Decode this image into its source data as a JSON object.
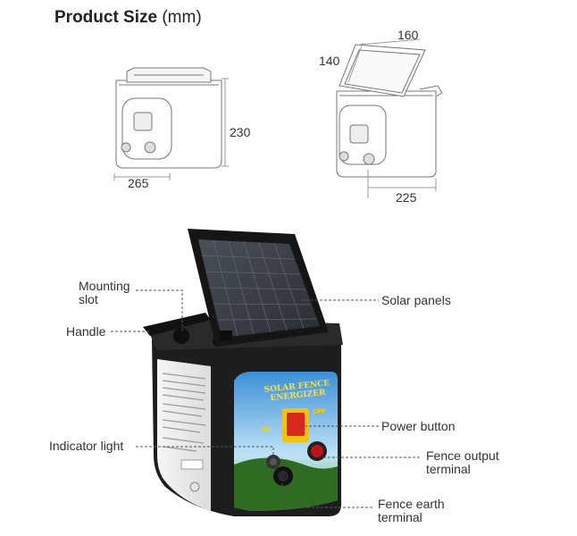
{
  "header": {
    "title_bold": "Product Size",
    "title_unit": "(mm)"
  },
  "dimensions": {
    "closed_height": "230",
    "closed_width": "265",
    "open_panel_width": "160",
    "open_panel_depth": "140",
    "open_depth": "225"
  },
  "callouts": {
    "mounting_slot": "Mounting\nslot",
    "handle": "Handle",
    "indicator_light": "Indicator light",
    "solar_panels": "Solar panels",
    "power_button": "Power button",
    "fence_output_terminal": "Fence output\nterminal",
    "fence_earth_terminal": "Fence earth\nterminal"
  },
  "device_label": {
    "line1": "SOLAR FENCE",
    "line2": "ENERGIZER",
    "on": "ON",
    "off": "OFF"
  },
  "colors": {
    "panel_cell": "#3a3f45",
    "housing": "#1c1c1c",
    "button_red": "#d8271c",
    "button_yellow": "#f2c20f",
    "label_blue": "#2f7fc1"
  }
}
